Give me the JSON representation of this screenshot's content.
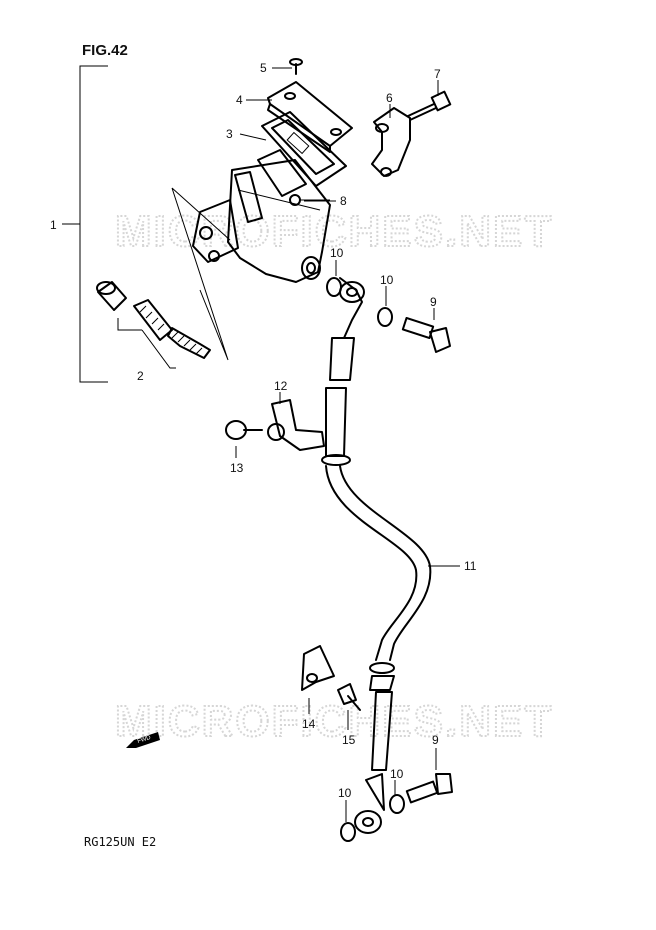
{
  "figure": {
    "title": "FIG.42",
    "model_code": "RG125UN  E2",
    "fwd_label": "FWD"
  },
  "watermarks": [
    "MICROFICHES.NET",
    "MICROFICHES.NET"
  ],
  "callouts": [
    {
      "id": "c1",
      "text": "1"
    },
    {
      "id": "c2",
      "text": "2"
    },
    {
      "id": "c3",
      "text": "3"
    },
    {
      "id": "c4",
      "text": "4"
    },
    {
      "id": "c5",
      "text": "5"
    },
    {
      "id": "c6",
      "text": "6"
    },
    {
      "id": "c7",
      "text": "7"
    },
    {
      "id": "c8",
      "text": "8"
    },
    {
      "id": "c9a",
      "text": "9"
    },
    {
      "id": "c9b",
      "text": "9"
    },
    {
      "id": "c10a",
      "text": "10"
    },
    {
      "id": "c10b",
      "text": "10"
    },
    {
      "id": "c10c",
      "text": "10"
    },
    {
      "id": "c10d",
      "text": "10"
    },
    {
      "id": "c11",
      "text": "11"
    },
    {
      "id": "c12",
      "text": "12"
    },
    {
      "id": "c13",
      "text": "13"
    },
    {
      "id": "c14",
      "text": "14"
    },
    {
      "id": "c15",
      "text": "15"
    }
  ]
}
